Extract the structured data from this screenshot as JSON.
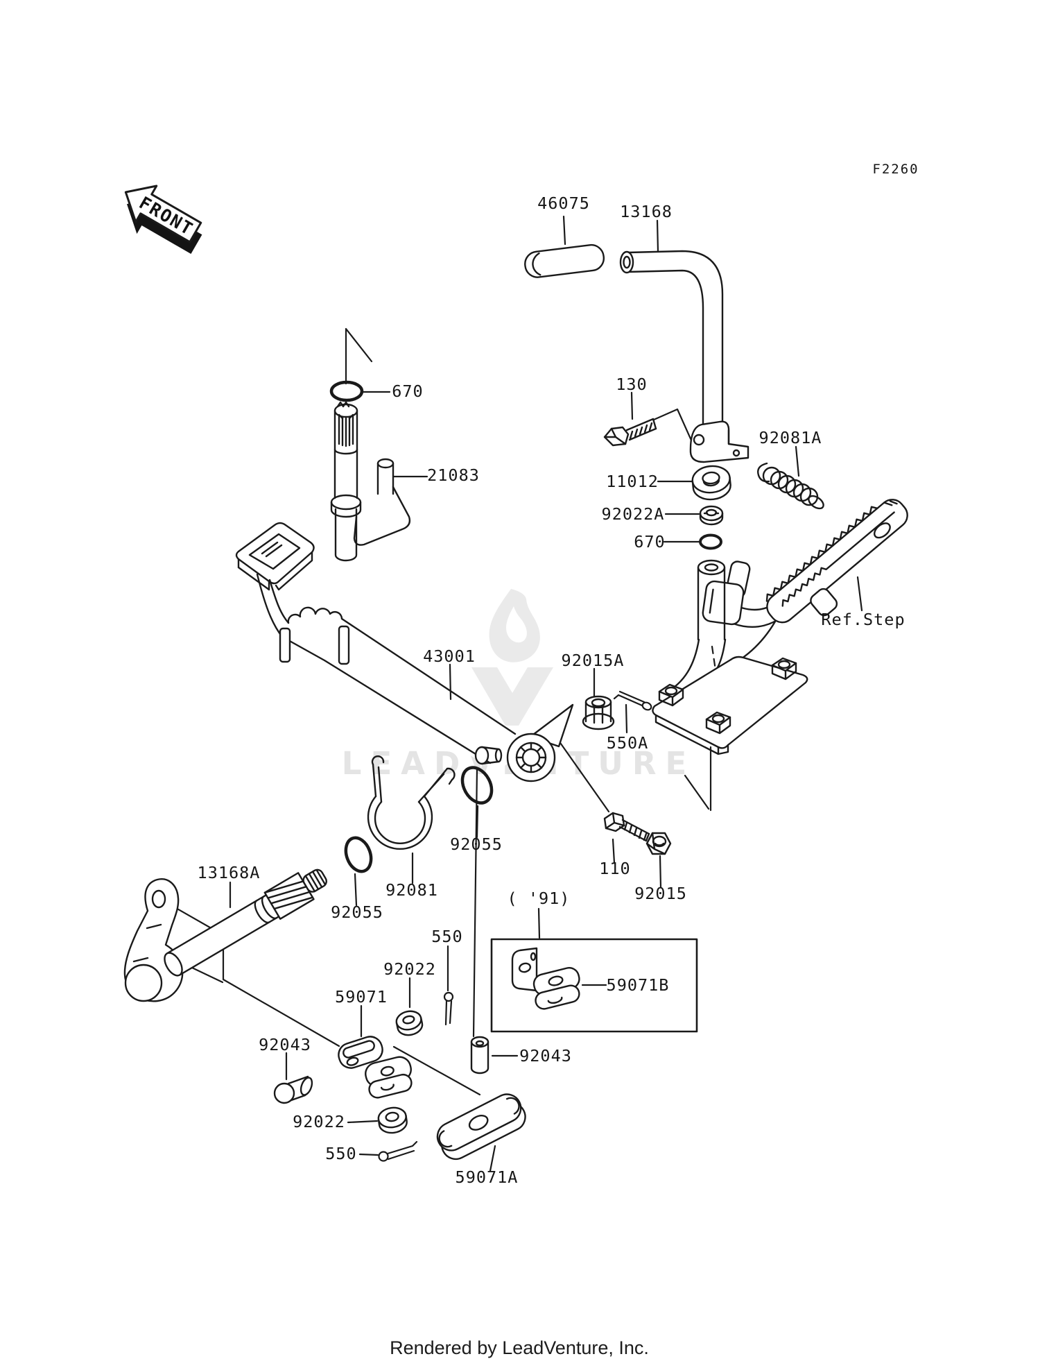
{
  "page": {
    "figure_code": "F2260",
    "front_marker": "FRONT",
    "watermark": "LEADVENTURE",
    "footer_credit": "Rendered by LeadVenture, Inc."
  },
  "callouts": [
    "46075",
    "13168",
    "670",
    "21083",
    "130",
    "92081A",
    "11012",
    "92022A",
    "670",
    "Ref.Step",
    "43001",
    "92015A",
    "550A",
    "92055",
    "92081",
    "92055",
    "110",
    "92015",
    "13168A",
    "( '91)",
    "59071B",
    "550",
    "92022",
    "59071",
    "92043",
    "92043",
    "92022",
    "550",
    "59071A"
  ]
}
